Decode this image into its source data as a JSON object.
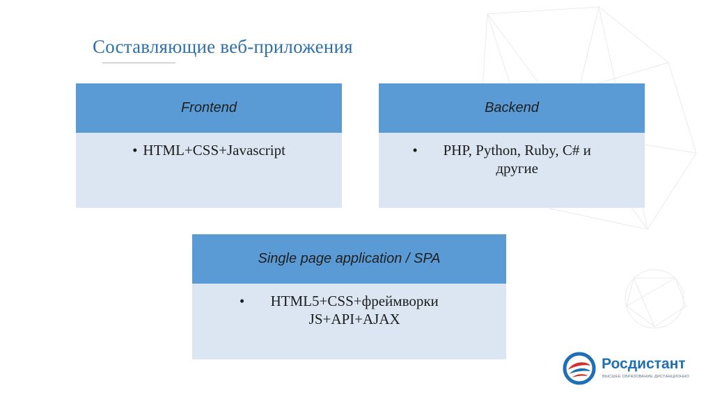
{
  "slide": {
    "title": "Составляющие веб-приложения"
  },
  "cards": {
    "frontend": {
      "header": "Frontend",
      "items": [
        "HTML+CSS+Javascript"
      ]
    },
    "backend": {
      "header": "Backend",
      "items": [
        "PHP, Python, Ruby, C#  и другие"
      ]
    },
    "spa": {
      "header": "Single page application / SPA",
      "items": [
        "HTML5+CSS+фреймворки JS+API+AJAX"
      ]
    }
  },
  "logo": {
    "name": "Росдистант",
    "tagline": "ВЫСШЕЕ ОБРАЗОВАНИЕ ДИСТАНЦИОННО"
  },
  "bullet_char": "•",
  "colors": {
    "title": "#2f6fa8",
    "card_header": "#5b9bd5",
    "card_body": "#dbe6f2",
    "logo_blue": "#1e6fb8",
    "logo_red": "#d0312d"
  }
}
